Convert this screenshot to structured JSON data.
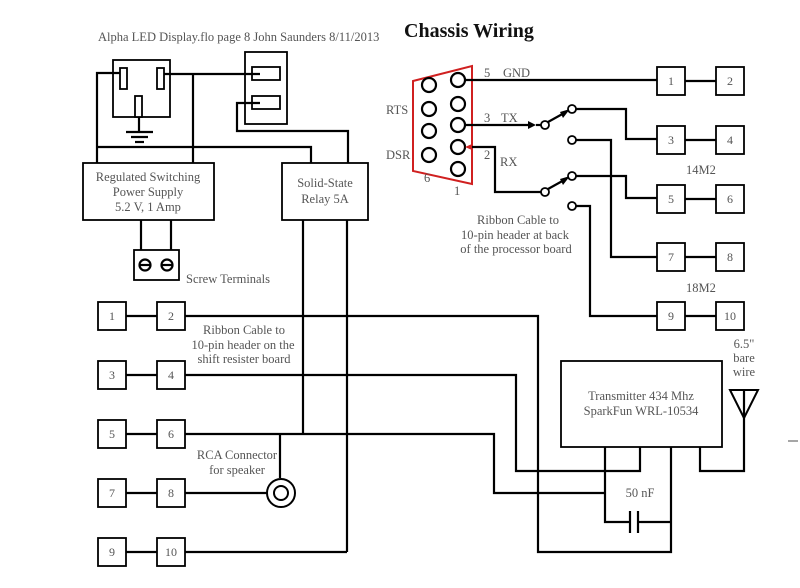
{
  "header": {
    "subtitle": "Alpha LED  Display.flo page 8  John Saunders 8/11/2013",
    "title": "Chassis Wiring"
  },
  "power": {
    "supply_lines": [
      "Regulated Switching",
      "Power Supply",
      "5.2 V, 1 Amp"
    ],
    "relay_lines": [
      "Solid-State",
      "Relay 5A"
    ],
    "screw_terminals_label": "Screw Terminals"
  },
  "serial_connector": {
    "border_color": "#d02020",
    "labels": {
      "rts": "RTS",
      "dsr": "DSR",
      "pin6": "6",
      "pin1": "1",
      "pin5": "5",
      "gnd": "GND",
      "pin3": "3",
      "tx": "TX",
      "pin2": "2",
      "rx": "RX"
    }
  },
  "processor_header": {
    "pins": [
      "1",
      "2",
      "3",
      "4",
      "5",
      "6",
      "7",
      "8",
      "9",
      "10"
    ],
    "chip_labels": [
      "14M2",
      "18M2"
    ],
    "caption_lines": [
      "Ribbon Cable to",
      "10-pin header at back",
      "of the processor board"
    ]
  },
  "shift_register_header": {
    "pins": [
      "1",
      "2",
      "3",
      "4",
      "5",
      "6",
      "7",
      "8",
      "9",
      "10"
    ],
    "caption_lines": [
      "Ribbon Cable to",
      "10-pin header on the",
      "shift resister board"
    ]
  },
  "rca": {
    "caption_lines": [
      "RCA Connector",
      "for speaker"
    ]
  },
  "transmitter": {
    "lines": [
      "Transmitter 434 Mhz",
      "SparkFun WRL-10534"
    ],
    "capacitor_label": "50 nF",
    "antenna_lines": [
      "6.5\"",
      "bare",
      "wire"
    ]
  }
}
